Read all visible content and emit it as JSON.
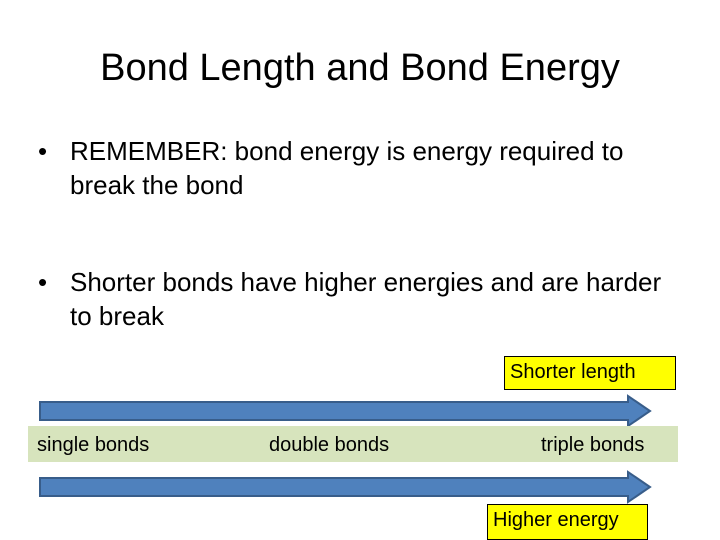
{
  "slide": {
    "title": "Bond Length and Bond Energy",
    "bullets": [
      {
        "symbol": "•",
        "text": "REMEMBER:  bond energy is energy required to break the bond"
      },
      {
        "symbol": "•",
        "text": "Shorter bonds have higher energies and are harder to break"
      }
    ]
  },
  "diagram": {
    "labels": {
      "single": "single bonds",
      "double": "double bonds",
      "triple": "triple bonds"
    },
    "top_callout": "Shorter length",
    "bottom_callout": "Higher energy",
    "colors": {
      "band": "#d7e4bd",
      "arrow_fill": "#4f81bd",
      "arrow_stroke": "#385d8a",
      "callout_fill": "#ffff00"
    },
    "arrow_icon": "right-arrow-icon"
  }
}
